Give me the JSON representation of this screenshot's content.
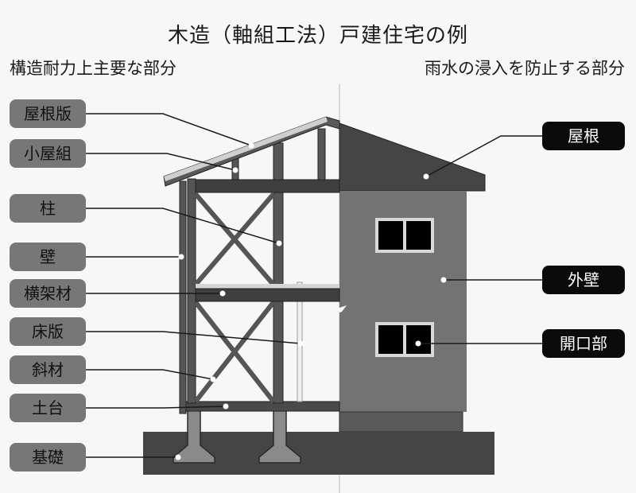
{
  "title": "木造（軸組工法）戸建住宅の例",
  "sections": {
    "left": "構造耐力上主要な部分",
    "right": "雨水の浸入を防止する部分"
  },
  "structural_labels": [
    "屋根版",
    "小屋組",
    "柱",
    "壁",
    "横架材",
    "床版",
    "斜材",
    "土台",
    "基礎"
  ],
  "waterproof_labels": [
    "屋根",
    "外壁",
    "開口部"
  ],
  "colors": {
    "label_left_bg": "#777777",
    "label_right_bg": "#0b0b0b",
    "exterior_wall": "#737373",
    "roof": "#454545",
    "foundation": "#454545",
    "frame": "#4a4a4a"
  }
}
